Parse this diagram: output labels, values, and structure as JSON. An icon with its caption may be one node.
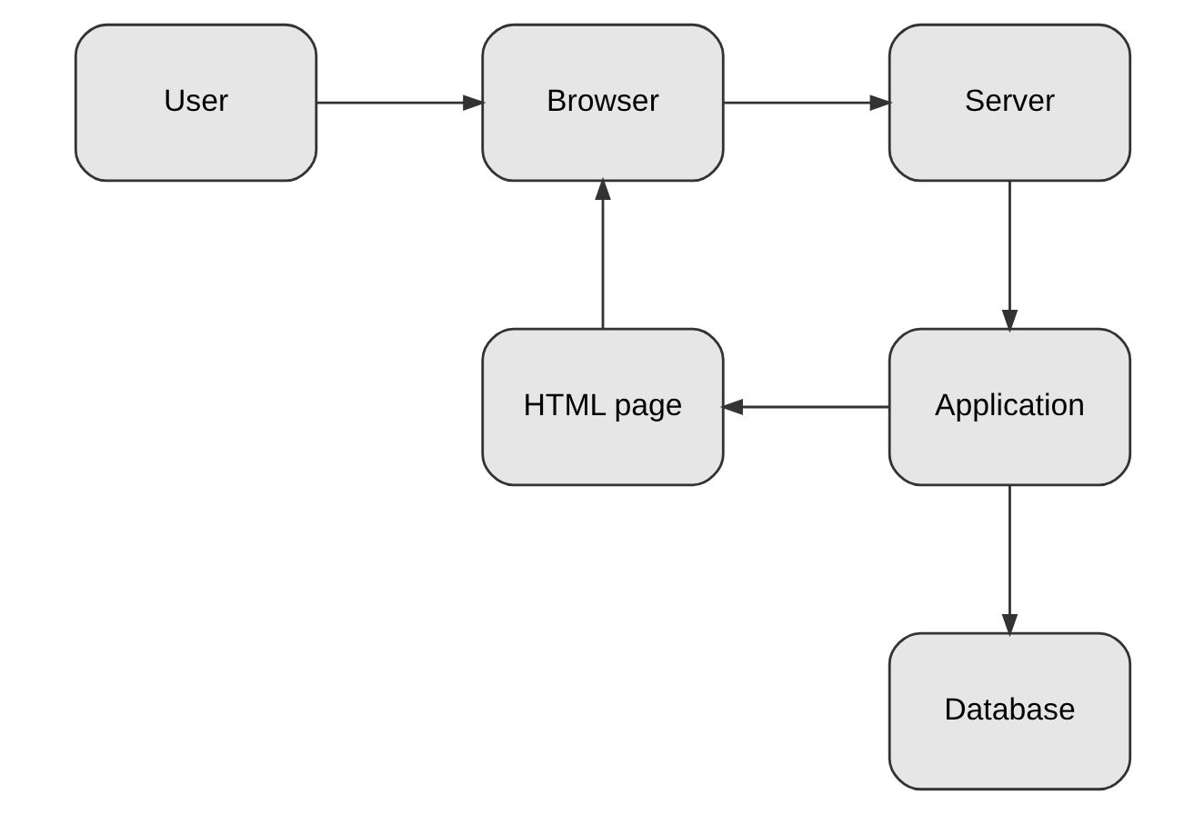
{
  "diagram": {
    "nodes": [
      {
        "text": [
          "User"
        ]
      },
      {
        "text": [
          "Browser"
        ]
      },
      {
        "text": [
          "Server"
        ]
      },
      {
        "text": [
          "HTML page"
        ]
      },
      {
        "text": [
          "Application"
        ]
      },
      {
        "text": [
          "Database"
        ]
      }
    ],
    "edges": [
      {
        "from": 0,
        "to": 1,
        "arrow": "to"
      },
      {
        "from": 1,
        "to": 2,
        "arrow": "to"
      },
      {
        "from": 2,
        "to": 4,
        "arrow": "to"
      },
      {
        "from": 4,
        "to": 3,
        "arrow": "to"
      },
      {
        "from": 3,
        "to": 1,
        "arrow": "to"
      },
      {
        "from": 4,
        "to": 5,
        "arrow": "to"
      }
    ]
  }
}
